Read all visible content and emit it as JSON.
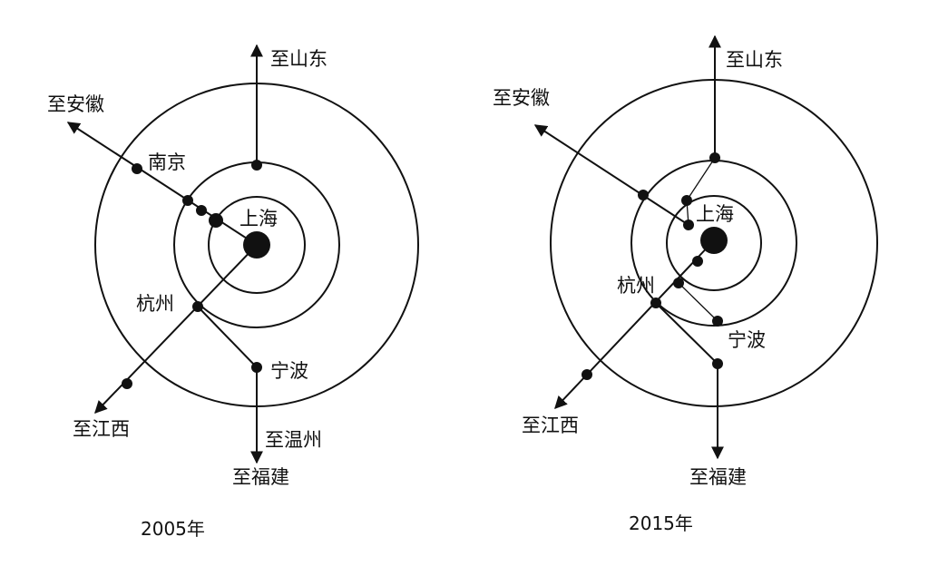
{
  "diagram_2005": {
    "caption": "2005年",
    "center_label": "上海",
    "cities": {
      "nanjing": "南京",
      "hangzhou": "杭州",
      "ningbo": "宁波"
    },
    "directions": {
      "shandong": "至山东",
      "anhui": "至安徽",
      "jiangxi": "至江西",
      "wenzhou": "至温州",
      "fujian": "至福建"
    }
  },
  "diagram_2015": {
    "caption": "2015年",
    "center_label": "上海",
    "cities": {
      "hangzhou": "杭州",
      "ningbo": "宁波"
    },
    "directions": {
      "shandong": "至山东",
      "anhui": "至安徽",
      "jiangxi": "至江西",
      "fujian": "至福建"
    }
  }
}
